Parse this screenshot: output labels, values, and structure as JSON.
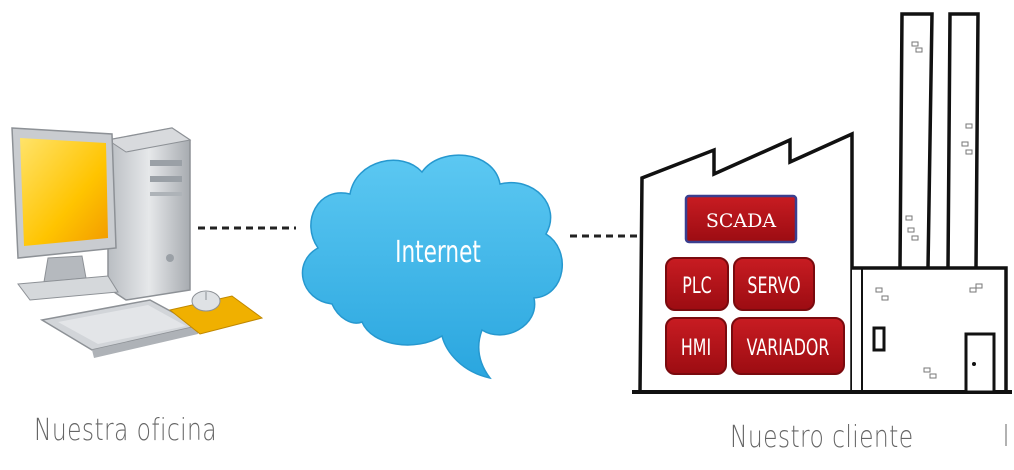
{
  "network": {
    "internet_label": "Internet"
  },
  "office": {
    "caption": "Nuestra oficina",
    "icons": [
      "desktop-computer-icon",
      "monitor-icon",
      "keyboard-icon",
      "mouse-icon"
    ]
  },
  "client": {
    "caption": "Nuestro cliente",
    "icons": [
      "factory-icon",
      "chimney-icon",
      "door-icon",
      "window-icon"
    ],
    "modules": {
      "scada": "SCADA",
      "plc": "PLC",
      "servo": "SERVO",
      "hmi": "HMI",
      "variador": "VARIADOR"
    }
  },
  "colors": {
    "cloud": "#3ab6e8",
    "module_fill": "#b40f16",
    "module_border": "#7a0a0e",
    "scada_border": "#3a3f8f",
    "screen": "#ffc400",
    "mousepad": "#f0b000",
    "caption": "#666666"
  }
}
